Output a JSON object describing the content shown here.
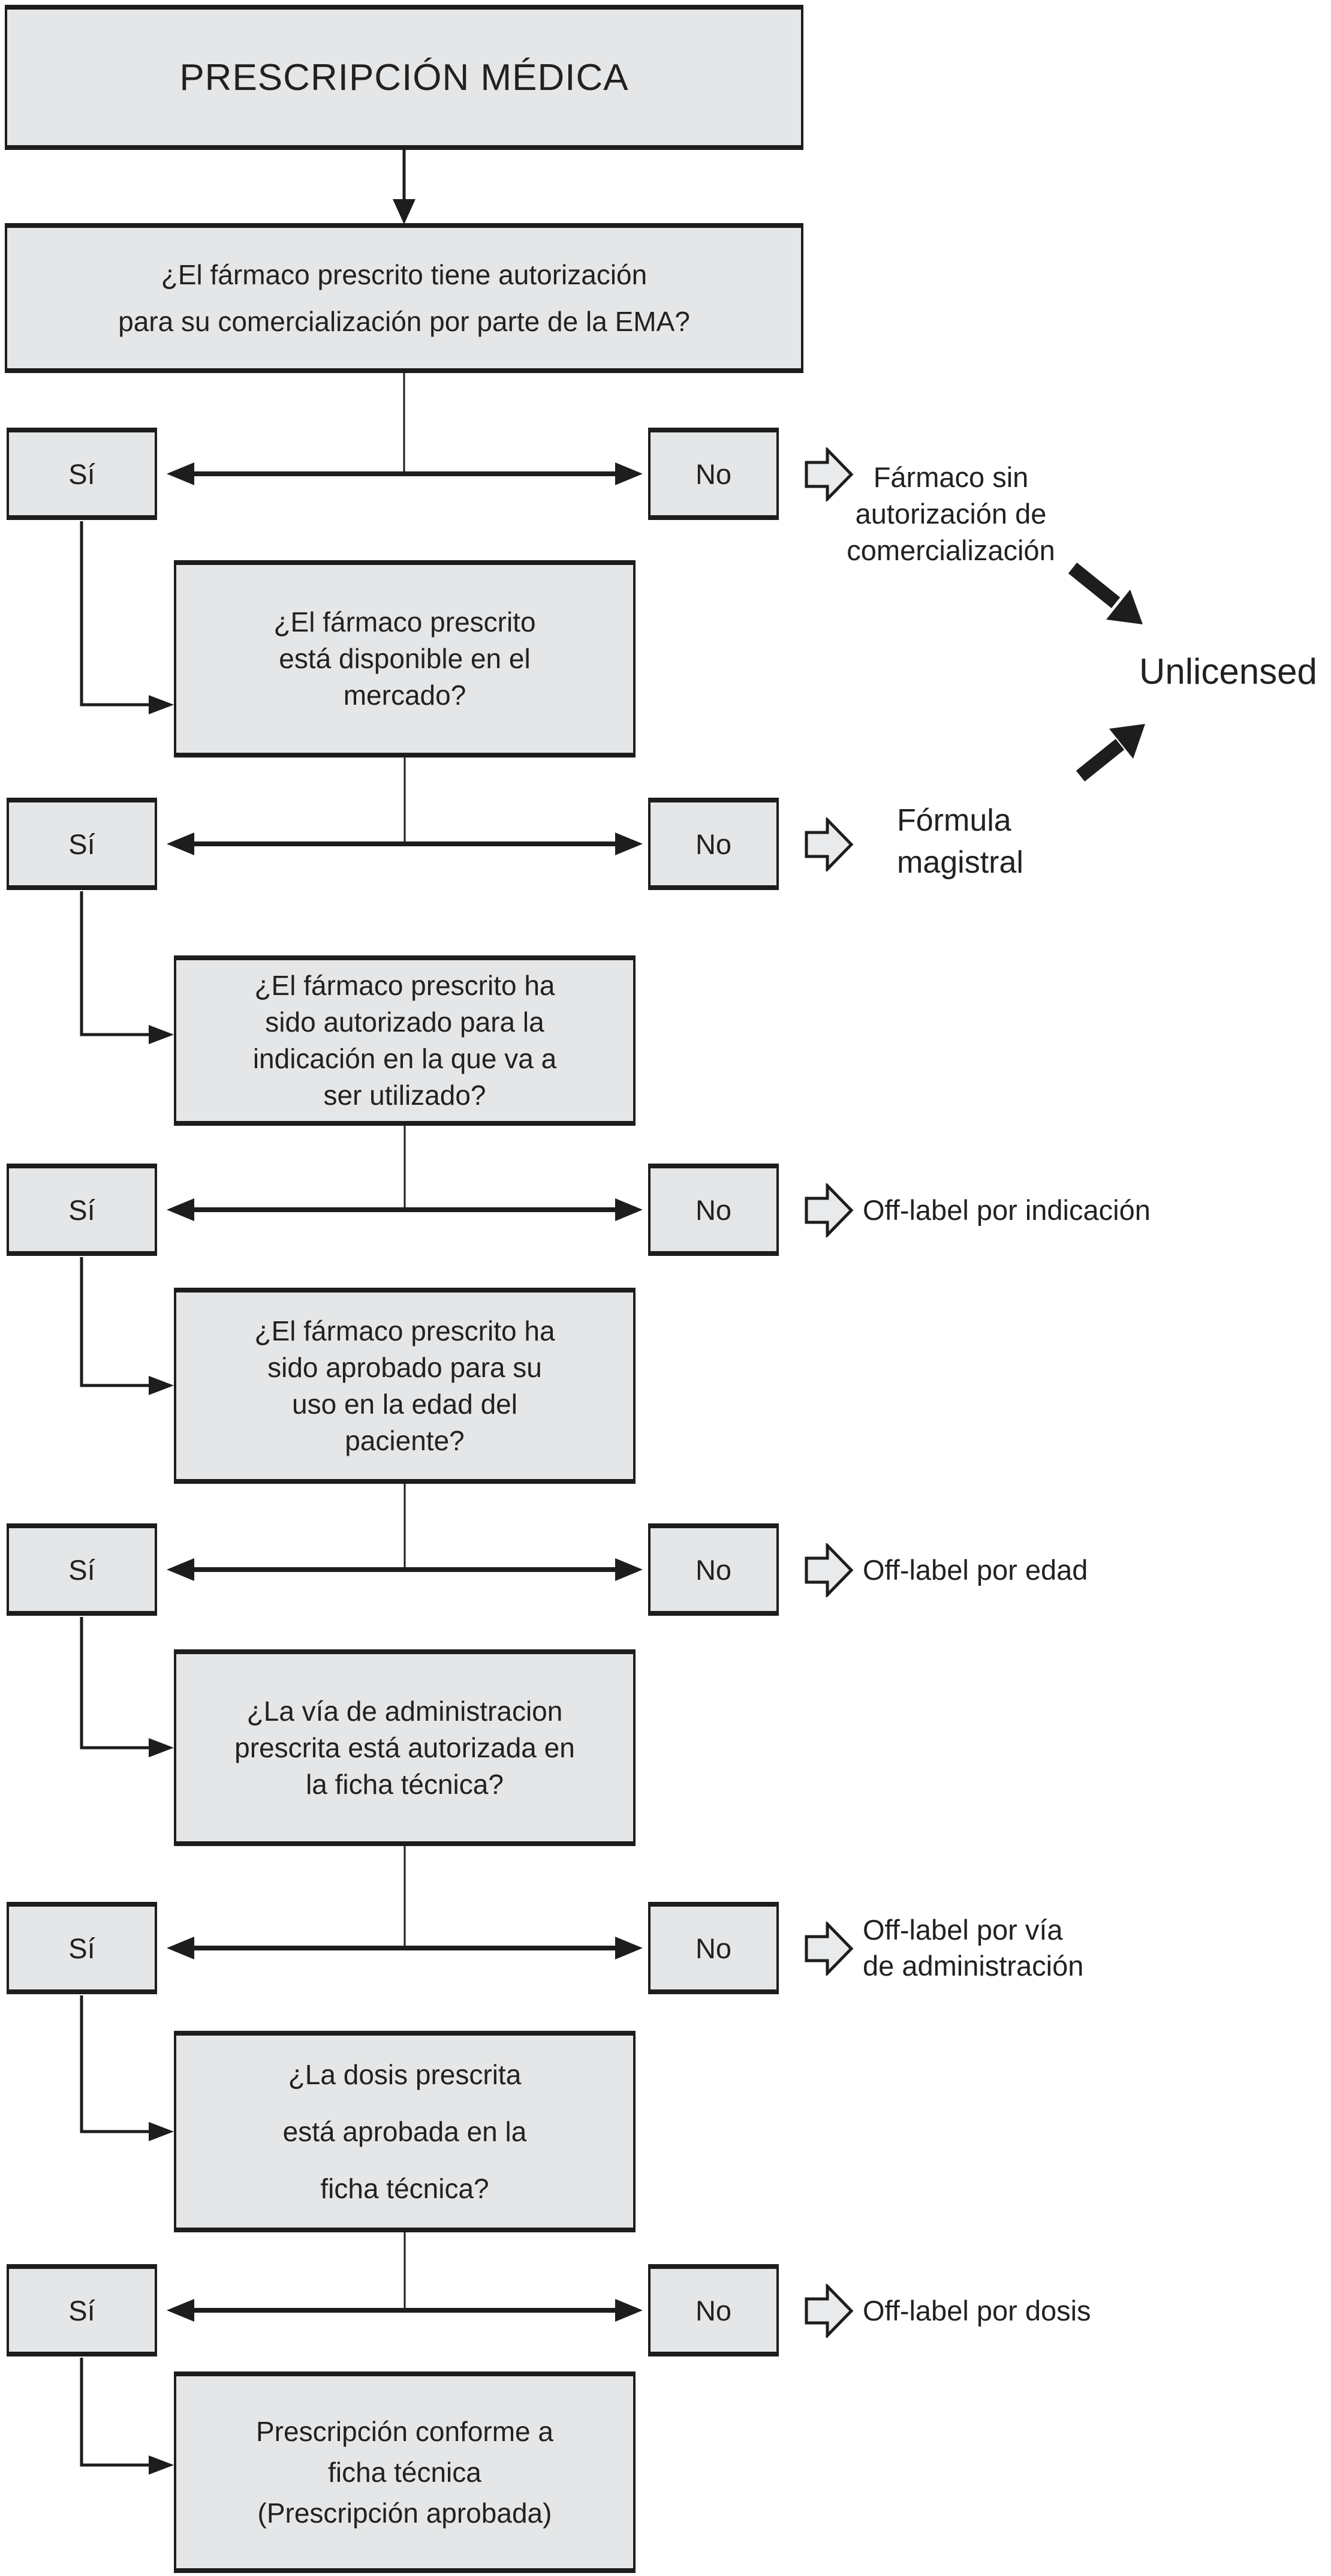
{
  "palette": {
    "box_fill": "#e5e6e7",
    "line_color": "#1d1d1d",
    "text_color": "#222120",
    "background": "#ffffff"
  },
  "title": "PRESCRIPCIÓN MÉDICA",
  "questions": {
    "ema_authorization": "¿El fármaco prescrito tiene autorización\npara su comercialización por parte de la EMA?",
    "market_available": "¿El fármaco prescrito\nestá disponible en el\nmercado?",
    "indication_authorized": "¿El fármaco prescrito ha\nsido autorizado para la\nindicación en la que va a\nser utilizado?",
    "age_approved": "¿El fármaco prescrito ha\nsido aprobado para su\nuso en la edad del\npaciente?",
    "route_authorized": "¿La vía de administracion\nprescrita está autorizada en\nla ficha técnica?",
    "dose_approved": "¿La dosis prescrita\nestá aprobada en la\nficha técnica?"
  },
  "final_node": "Prescripción conforme a\nficha técnica\n(Prescripción aprobada)",
  "decisions": [
    {
      "yes": "Sí",
      "no": "No"
    },
    {
      "yes": "Sí",
      "no": "No"
    },
    {
      "yes": "Sí",
      "no": "No"
    },
    {
      "yes": "Sí",
      "no": "No"
    },
    {
      "yes": "Sí",
      "no": "No"
    },
    {
      "yes": "Sí",
      "no": "No"
    }
  ],
  "outcomes": {
    "unlicensed_drug": "Fármaco sin\nautorización de\ncomercialización",
    "unlicensed": "Unlicensed",
    "magistral_formula": "Fórmula\nmagistral",
    "off_label_indication": "Off-label por indicación",
    "off_label_age": "Off-label por edad",
    "off_label_route": "Off-label por vía\nde administración",
    "off_label_dose": "Off-label por dosis"
  },
  "icons": {
    "outcome_arrow": "right-block-arrow",
    "unlicensed_link": "thick-diagonal-arrow"
  }
}
